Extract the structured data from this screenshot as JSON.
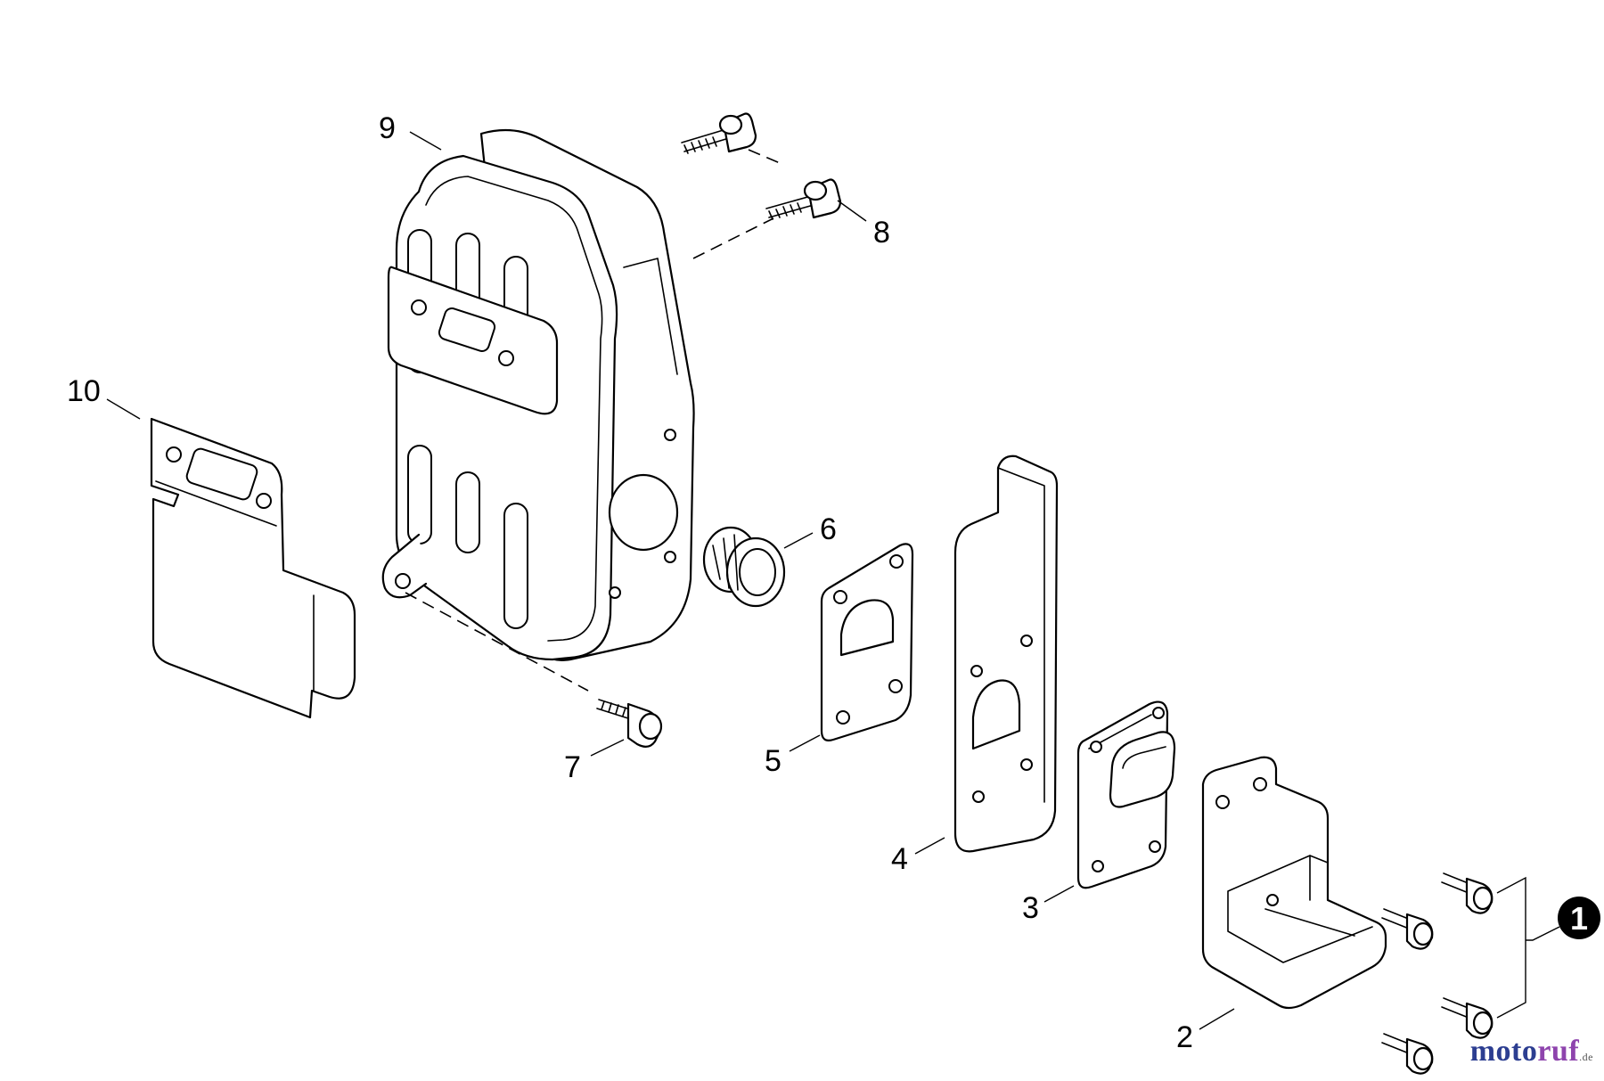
{
  "callouts": {
    "c1": "1",
    "c2": "2",
    "c3": "3",
    "c4": "4",
    "c5": "5",
    "c6": "6",
    "c7": "7",
    "c8": "8",
    "c9": "9",
    "c10": "10"
  },
  "watermark": {
    "part1": "moto",
    "part2": "ruf",
    "suffix": ".de"
  }
}
